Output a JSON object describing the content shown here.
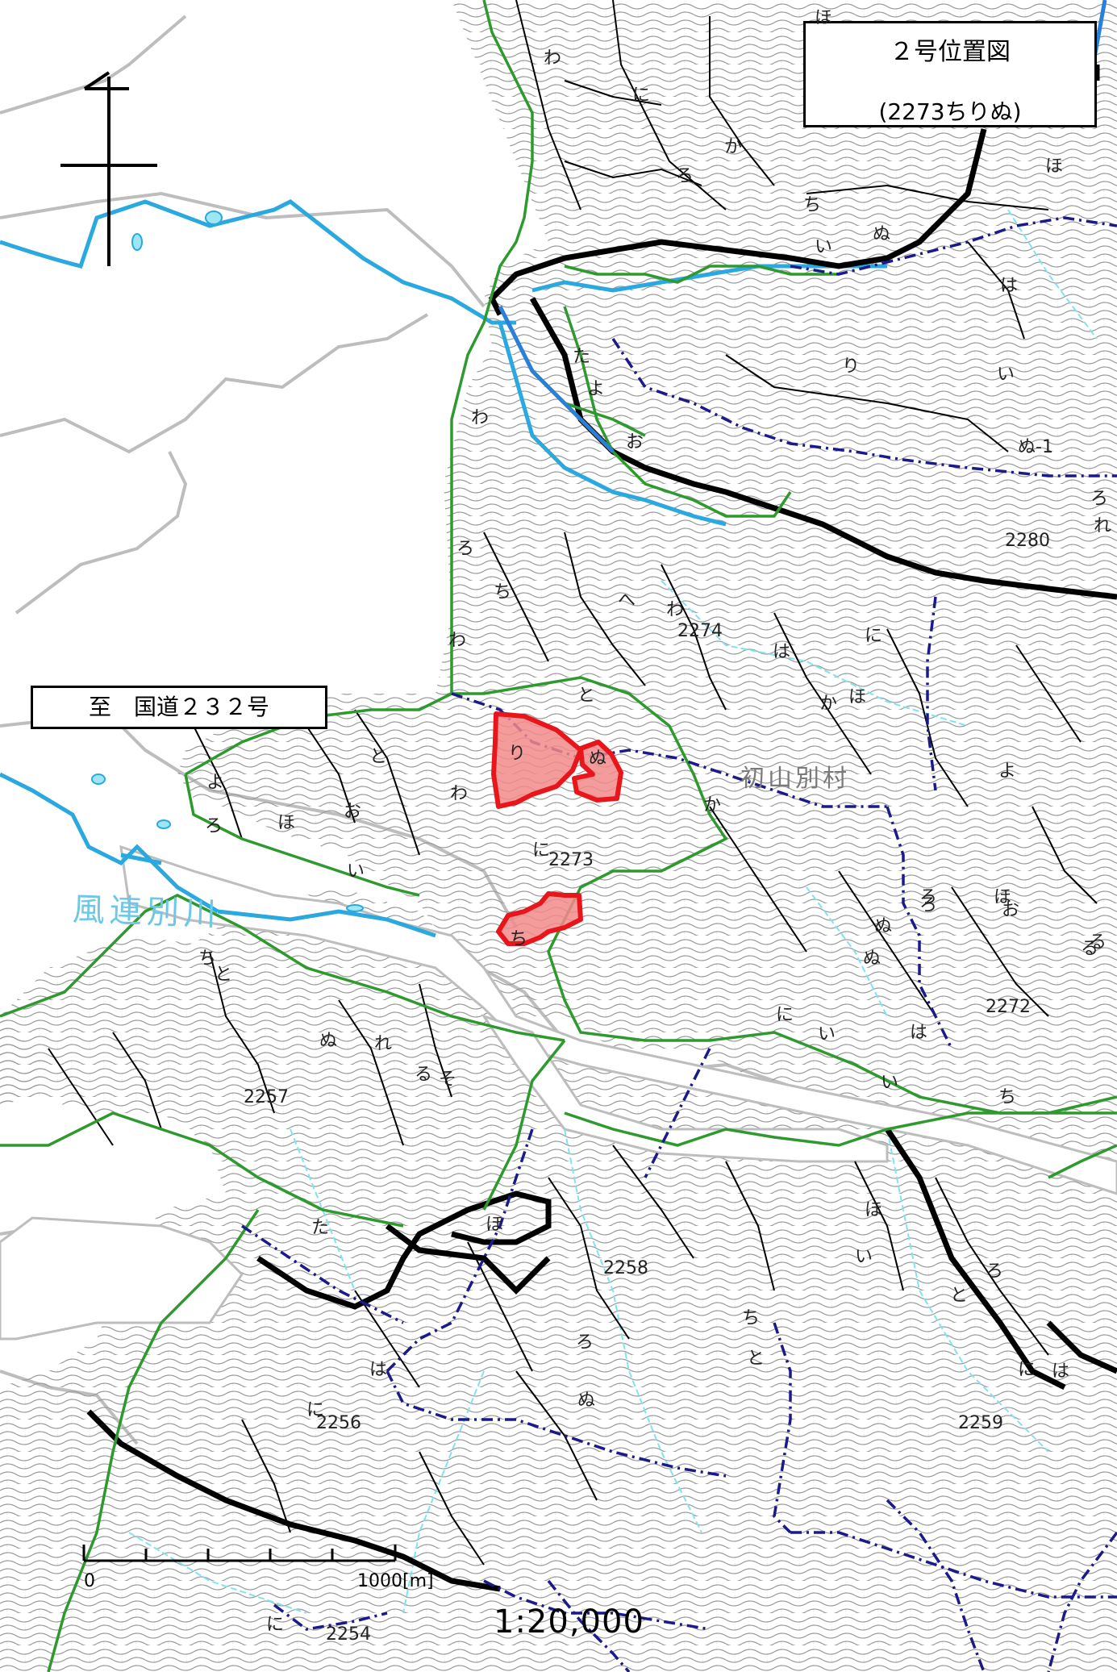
{
  "title": {
    "line1": "２号位置図",
    "line2": "(2273ちりぬ)"
  },
  "route_label": "至　国道２３２号",
  "scale": {
    "ratio": "1:20,000",
    "start": "0",
    "end": "1000[m]"
  },
  "river_name": "風連別川",
  "village_name": "初山別村",
  "compartments": [
    "2280",
    "2274",
    "2273",
    "2272",
    "2257",
    "2258",
    "2256",
    "2259",
    "2254"
  ],
  "sub_labels": [
    "ほ",
    "わ",
    "に",
    "か",
    "ろ",
    "ち",
    "ぬ",
    "い",
    "は",
    "り",
    "ほ",
    "た",
    "よ",
    "お",
    "わ",
    "ろ",
    "わ",
    "ち",
    "へ",
    "わ",
    "は",
    "に",
    "ほ",
    "か",
    "と",
    "り",
    "ぬ",
    "に",
    "か",
    "よ",
    "ほ",
    "お",
    "と",
    "わ",
    "い",
    "ろ",
    "ち",
    "ち",
    "と",
    "ぬ",
    "れ",
    "る",
    "ぬ",
    "に",
    "い",
    "は",
    "い",
    "ろ",
    "ほ",
    "ぬ",
    "る",
    "そ",
    "た",
    "ほ",
    "ち",
    "は",
    "に",
    "ろ",
    "ぬ",
    "と",
    "ほ",
    "い",
    "と",
    "ろ",
    "に",
    "は",
    "ぬ-1",
    "ろ",
    "れ",
    "い",
    "ろ",
    "る",
    "よ",
    "お",
    "ち",
    "に"
  ],
  "colors": {
    "highlight_fill": "#f28a8a",
    "highlight_stroke": "#e8161b",
    "boundary_green": "#2e9a2e",
    "boundary_blue": "#1a1a8a",
    "river": "#2aa8e0",
    "road": "#000000",
    "contour": "#9a9a9a",
    "stream": "#7fe3f0"
  }
}
